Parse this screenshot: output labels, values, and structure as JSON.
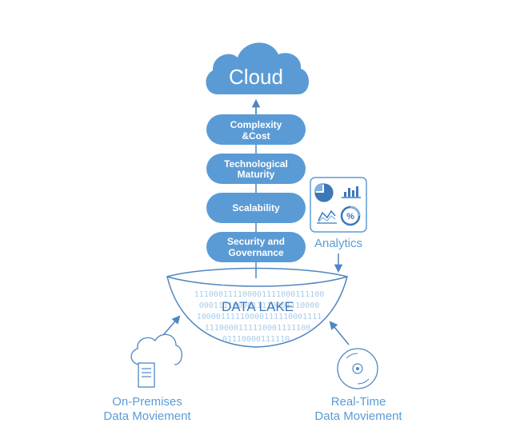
{
  "cloud": {
    "label": "Cloud"
  },
  "stack": [
    {
      "lines": [
        "Complexity",
        "&Cost"
      ]
    },
    {
      "lines": [
        "Technological",
        "Maturity"
      ]
    },
    {
      "lines": [
        "Scalability"
      ]
    },
    {
      "lines": [
        "Security and",
        "Governance"
      ]
    }
  ],
  "analytics": {
    "label": "Analytics",
    "icons": [
      "pie-chart-icon",
      "bar-chart-icon",
      "line-chart-icon",
      "percent-gauge-icon"
    ]
  },
  "lake": {
    "label": "DATA LAKE",
    "binary_rows": [
      "10000111100011",
      "111000111100001111000111100",
      "0001111000011110001110000",
      "10000111110000111110001111",
      "1110000111110001111100",
      "01110000111110"
    ]
  },
  "sources": {
    "on_premises": {
      "lines": [
        "On-Premises",
        "Data Moviement"
      ],
      "icon": "cloud-server-icon"
    },
    "real_time": {
      "lines": [
        "Real-Time",
        "Data Moviement"
      ],
      "icon": "disc-icon"
    }
  },
  "colors": {
    "accent": "#5b9bd5",
    "dark_accent": "#3c78b8",
    "line": "#4f86bf"
  }
}
